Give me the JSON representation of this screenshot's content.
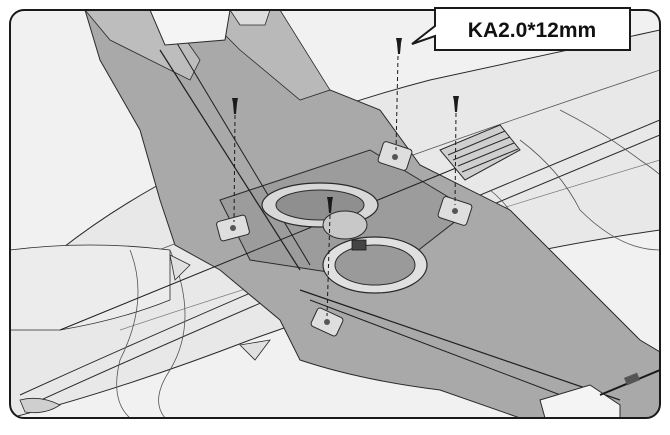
{
  "callout": {
    "label": "KA2.0*12mm"
  },
  "parts": {
    "screws": [
      {
        "label": "screw-top-center"
      },
      {
        "label": "screw-left"
      },
      {
        "label": "screw-right"
      },
      {
        "label": "screw-middle"
      }
    ]
  },
  "colors": {
    "panel_bg": "#f1f1f1",
    "wing_fill": "#a9a9a9",
    "fuselage_fill": "#e9e9e9",
    "line": "#2a2a2a",
    "border": "#1a1a1a"
  }
}
